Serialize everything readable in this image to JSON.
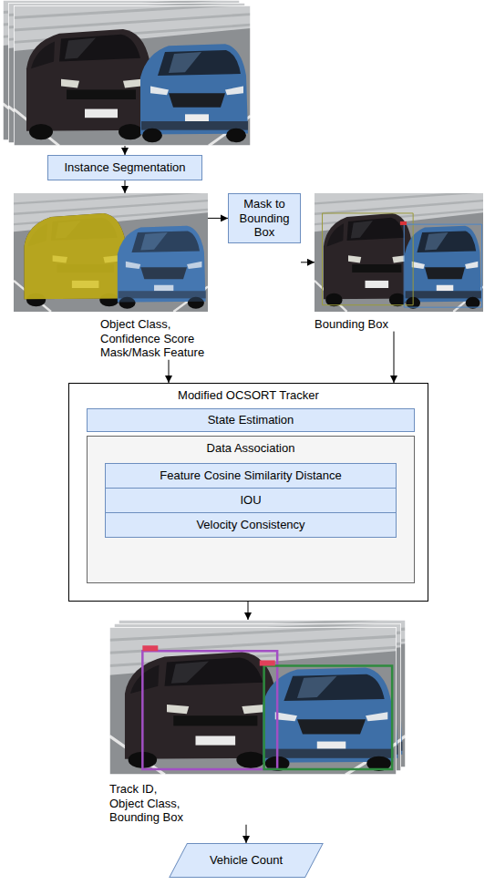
{
  "diagram": {
    "nodes": [
      {
        "text": [
          "Instance Segmentation"
        ]
      },
      {
        "text": [
          "Object Class, Confidence Score Mask/Mask Feature"
        ]
      },
      {
        "text": [
          "Mask to Bounding Box"
        ]
      },
      {
        "text": [
          "Bounding Box"
        ]
      },
      {
        "text": [
          "Modified OCSORT Tracker"
        ]
      },
      {
        "text": [
          "State Estimation"
        ],
        "in": 4
      },
      {
        "text": [
          "Data Association"
        ],
        "in": 4
      },
      {
        "text": [
          "Feature Cosine Similarity Distance"
        ],
        "in": 6
      },
      {
        "text": [
          "IOU"
        ],
        "in": 6
      },
      {
        "text": [
          "Velocity Consistency"
        ],
        "in": 6
      },
      {
        "text": [
          "Track ID, Object Class, Bounding Box"
        ]
      },
      {
        "text": [
          "Vehicle Count"
        ]
      }
    ],
    "edges": [
      {
        "from": 0,
        "to": 1,
        "arrow": "to"
      },
      {
        "from": 1,
        "to": 2,
        "arrow": "to"
      },
      {
        "from": 2,
        "to": 3,
        "arrow": "to"
      },
      {
        "from": 1,
        "to": 4,
        "arrow": "to"
      },
      {
        "from": 3,
        "to": 4,
        "arrow": "to"
      },
      {
        "from": 4,
        "to": 10,
        "arrow": "to"
      },
      {
        "from": 10,
        "to": 11,
        "arrow": "to"
      }
    ]
  }
}
